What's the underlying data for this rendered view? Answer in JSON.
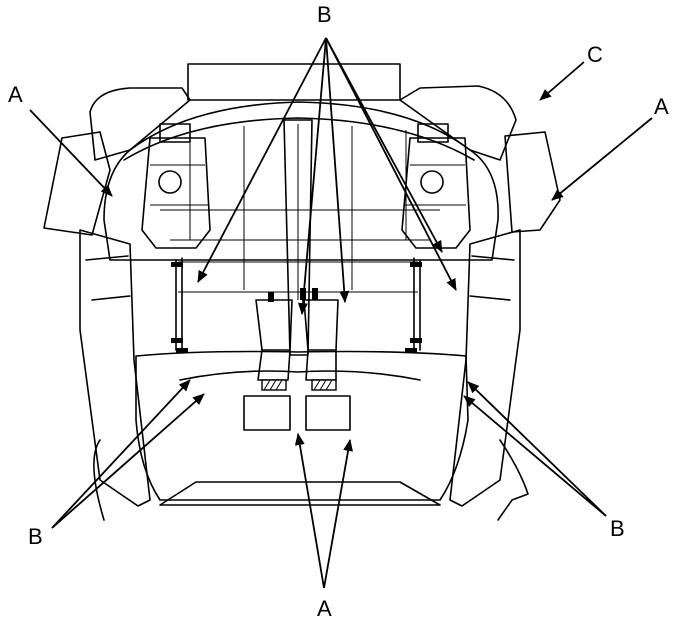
{
  "diagram": {
    "labels": {
      "a_top_left": "A",
      "b_top": "B",
      "c_top_right": "C",
      "a_top_right": "A",
      "b_bottom_left": "B",
      "b_bottom_right": "B",
      "a_bottom": "A"
    },
    "colors": {
      "line": "#000000",
      "background": "#ffffff"
    }
  }
}
